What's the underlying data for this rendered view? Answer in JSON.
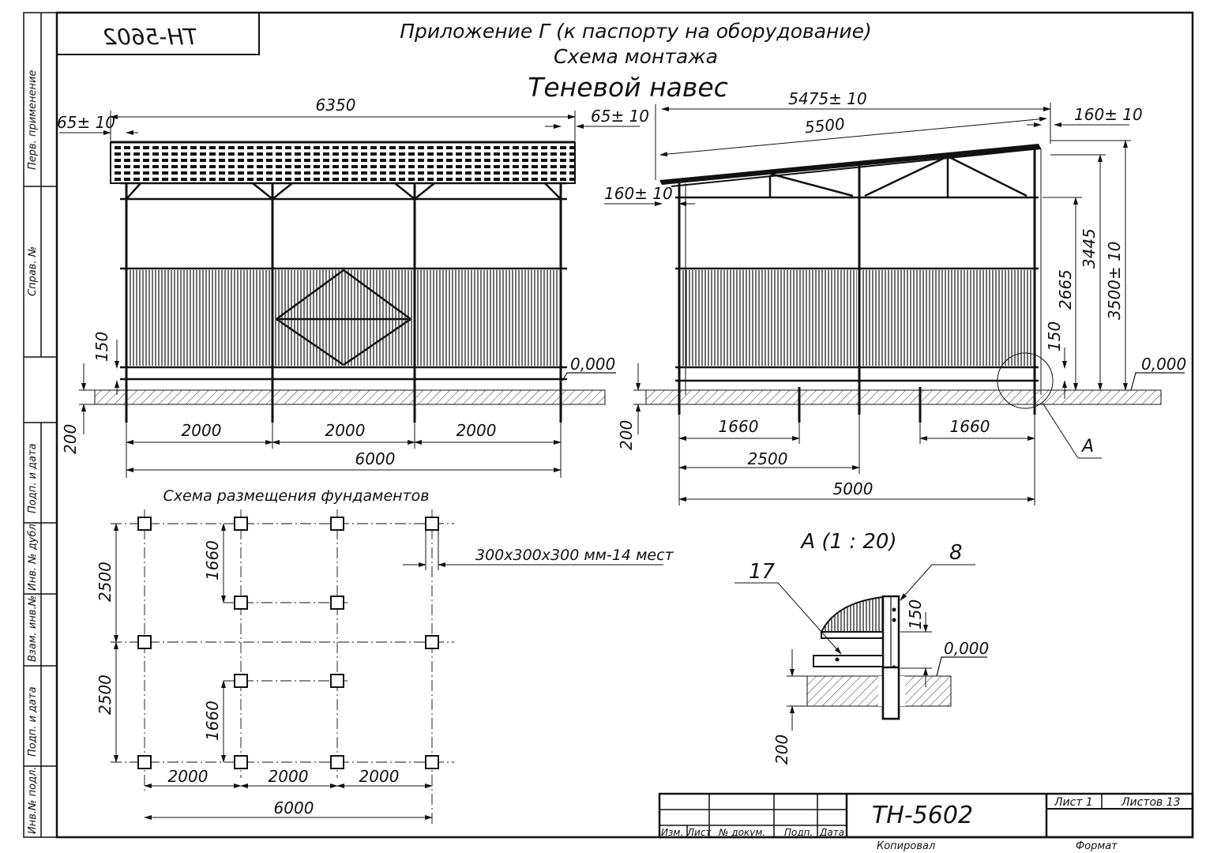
{
  "sheet": {
    "code_mirrored": "ТН-5602",
    "title_line1": "Приложение Г (к паспорту на оборудование)",
    "title_line2": "Схема монтажа",
    "title_line3": "Теневой навес"
  },
  "left_margin": {
    "perv_primenenie": "Перв. применение",
    "sprav_no": "Справ. №",
    "podp_data_1": "Подп. и дата",
    "inv_no_dubl": "Инв. № дубл.",
    "vzam_inv_no": "Взам. инв.№",
    "podp_data_2": "Подп. и дата",
    "inv_no_podl": "Инв.№ подл."
  },
  "front_view": {
    "overall_top": "6350",
    "overhang_left": "65± 10",
    "overhang_right": "65± 10",
    "plinth_height": "150",
    "foundation_depth": "200",
    "level": "0,000",
    "span_1": "2000",
    "span_2": "2000",
    "span_3": "2000",
    "overall_bottom": "6000"
  },
  "side_view": {
    "roof_horizontal": "5475± 10",
    "roof_slope": "5500",
    "overhang_right": "160± 10",
    "overhang_left": "160± 10",
    "height_2665": "2665",
    "height_3445": "3445",
    "height_total": "3500± 10",
    "plinth_height": "150",
    "level": "0,000",
    "foundation_depth": "200",
    "dim_1660_left": "1660",
    "dim_1660_right": "1660",
    "dim_2500": "2500",
    "dim_5000": "5000",
    "detail_callout": "А"
  },
  "foundation_plan": {
    "title": "Схема размещения фундаментов",
    "note": "300х300х300 мм-14 мест",
    "dim_2500_top": "2500",
    "dim_2500_bottom": "2500",
    "dim_1660_top": "1660",
    "dim_1660_bottom": "1660",
    "dim_2000_1": "2000",
    "dim_2000_2": "2000",
    "dim_2000_3": "2000",
    "dim_6000": "6000"
  },
  "detail_a": {
    "title": "А (1 : 20)",
    "leader_17": "17",
    "leader_8": "8",
    "dim_150": "150",
    "level": "0,000",
    "dim_200": "200"
  },
  "title_block": {
    "designation": "ТН-5602",
    "col_izm": "Изм.",
    "col_list": "Лист",
    "col_no_dokum": "№ докум.",
    "col_podp": "Подп.",
    "col_data": "Дата",
    "sheet": "Лист 1",
    "sheets": "Листов 13",
    "kopiroval": "Копировал",
    "format": "Формат"
  }
}
